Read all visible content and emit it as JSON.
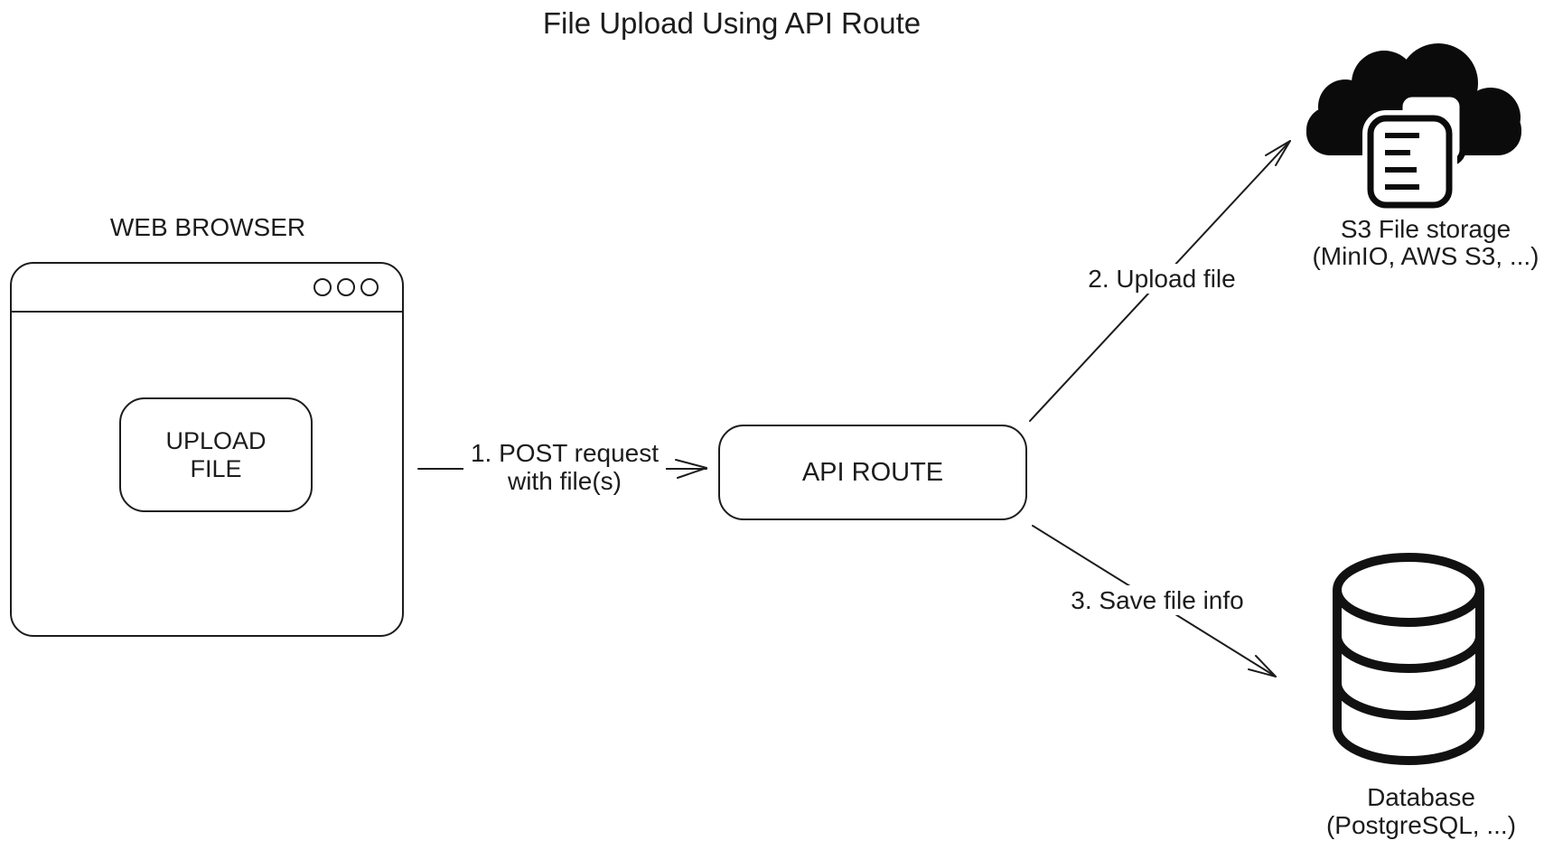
{
  "title": "File Upload Using API Route",
  "colors": {
    "ink": "#1c1c1c",
    "icon_black": "#0b0b0b",
    "background": "#ffffff"
  },
  "browser": {
    "title": "WEB BROWSER",
    "upload_button_label": "UPLOAD\nFILE",
    "window_controls_count": 3
  },
  "api_route": {
    "label": "API ROUTE"
  },
  "arrows": [
    {
      "label": "1. POST request\nwith file(s)",
      "from": "browser",
      "to": "api-route"
    },
    {
      "label": "2. Upload file",
      "from": "api-route",
      "to": "s3-storage"
    },
    {
      "label": "3. Save file info",
      "from": "api-route",
      "to": "database"
    }
  ],
  "storage": {
    "label": "S3 File storage\n(MinIO, AWS S3, ...)",
    "icon": "cloud-with-files-icon"
  },
  "database": {
    "label": "Database\n(PostgreSQL, ...)",
    "icon": "database-cylinder-icon"
  }
}
